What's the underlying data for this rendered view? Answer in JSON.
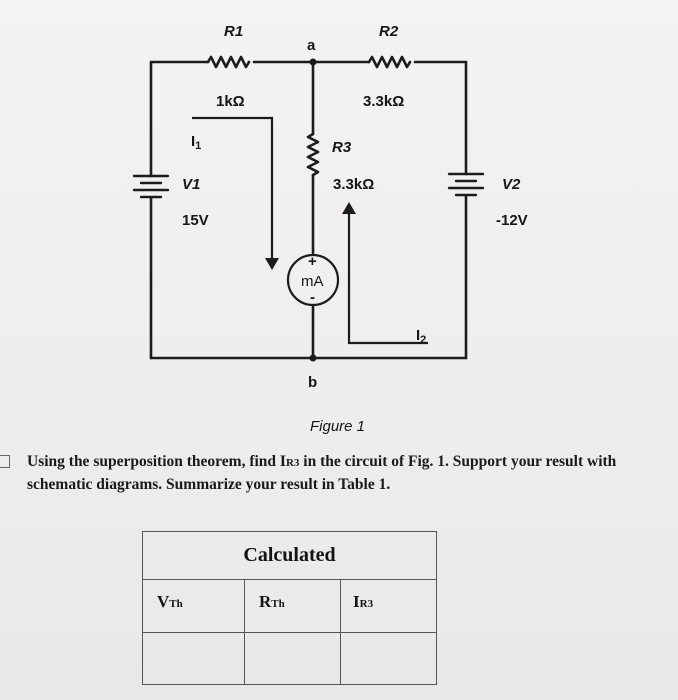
{
  "figure": {
    "caption": "Figure 1",
    "node_a": "a",
    "node_b": "b",
    "r1": {
      "name": "R1",
      "value": "1kΩ"
    },
    "r2": {
      "name": "R2",
      "value": "3.3kΩ"
    },
    "r3": {
      "name": "R3",
      "value": "3.3kΩ"
    },
    "v1": {
      "name": "V1",
      "value": "15V"
    },
    "v2": {
      "name": "V2",
      "value": "-12V"
    },
    "i1": {
      "name": "I",
      "sub": "1"
    },
    "i2": {
      "name": "I",
      "sub": "2"
    },
    "meter": {
      "label": "mA",
      "plus": "+",
      "minus": "-"
    }
  },
  "question": {
    "pre": "Using the superposition theorem, find I",
    "sub": "R3",
    "post": " in the circuit of Fig. 1. Support your result with schematic diagrams. Summarize your result in Table 1."
  },
  "table": {
    "header": "Calculated",
    "columns": [
      {
        "main": "V",
        "sub": "Th"
      },
      {
        "main": "R",
        "sub": "Th"
      },
      {
        "main": "I",
        "sub": "R3"
      }
    ],
    "values": [
      "",
      "",
      ""
    ]
  }
}
